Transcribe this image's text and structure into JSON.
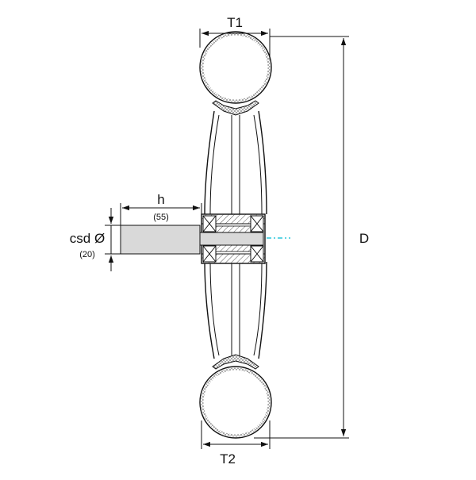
{
  "labels": {
    "t1": "T1",
    "t2": "T2",
    "d": "D",
    "h": "h",
    "h_value": "(55)",
    "csd": "csd Ø",
    "csd_value": "(20)"
  },
  "colors": {
    "line": "#111111",
    "shaft": "#d9d9d9",
    "centerline": "#00bcd4",
    "hatch": "#555555"
  }
}
